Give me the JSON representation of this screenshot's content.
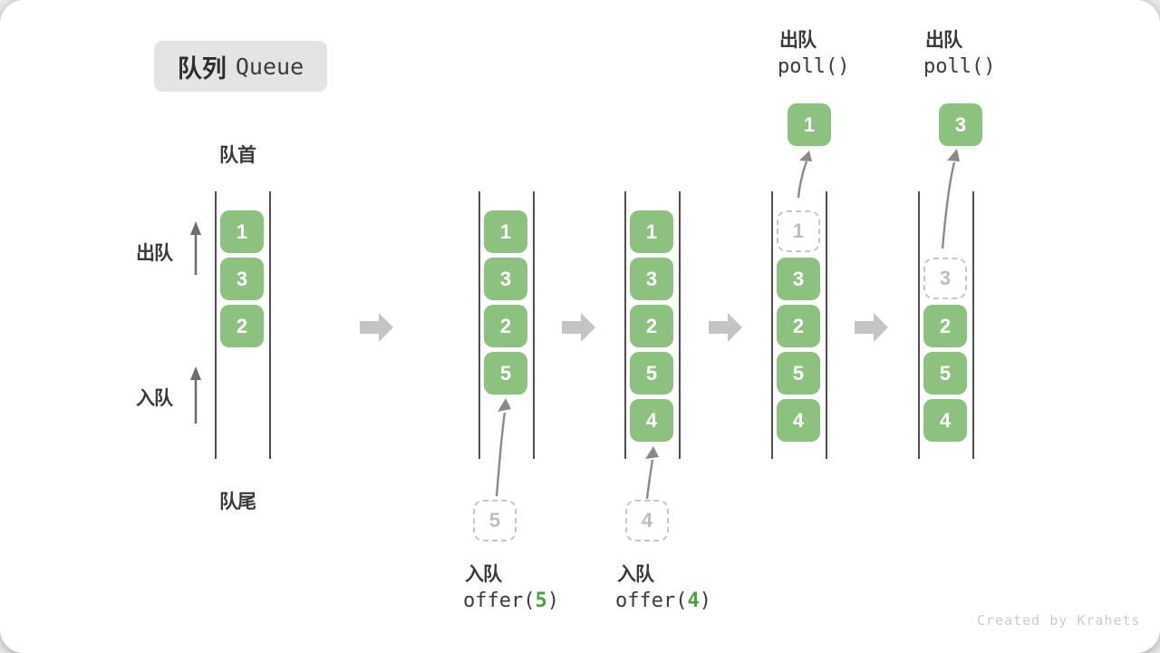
{
  "title": {
    "zh": "队列",
    "en": "Queue"
  },
  "labels": {
    "front": "队首",
    "rear": "队尾",
    "dequeue": "出队",
    "enqueue": "入队"
  },
  "ops": {
    "offer5": {
      "label": "入队",
      "pre": "offer(",
      "arg": "5",
      "post": ")"
    },
    "offer4": {
      "label": "入队",
      "pre": "offer(",
      "arg": "4",
      "post": ")"
    },
    "poll1": {
      "label": "出队",
      "code": "poll()"
    },
    "poll2": {
      "label": "出队",
      "code": "poll()"
    }
  },
  "states": [
    {
      "items": [
        "1",
        "3",
        "2"
      ]
    },
    {
      "items": [
        "1",
        "3",
        "2",
        "5"
      ],
      "incoming": "5"
    },
    {
      "items": [
        "1",
        "3",
        "2",
        "5",
        "4"
      ],
      "incoming": "4"
    },
    {
      "items": [
        "3",
        "2",
        "5",
        "4"
      ],
      "removed": "1",
      "polled": "1"
    },
    {
      "items": [
        "2",
        "5",
        "4"
      ],
      "removed": "3",
      "polled": "3"
    }
  ],
  "watermark": "Created by Krahets",
  "colors": {
    "box_green": "#8CC17F",
    "accent_green": "#4E9E43",
    "badge_bg": "#E4E4E4",
    "arrow_gray": "#C4C4C4",
    "line_dark": "#4F4F4F",
    "label_dark": "#3A3A3A",
    "ghost_gray": "#C6C6C6",
    "dir_arrow": "#6E6E6E",
    "curve_arrow": "#8A8A8A",
    "watermark_gray": "#CBCBCB"
  }
}
